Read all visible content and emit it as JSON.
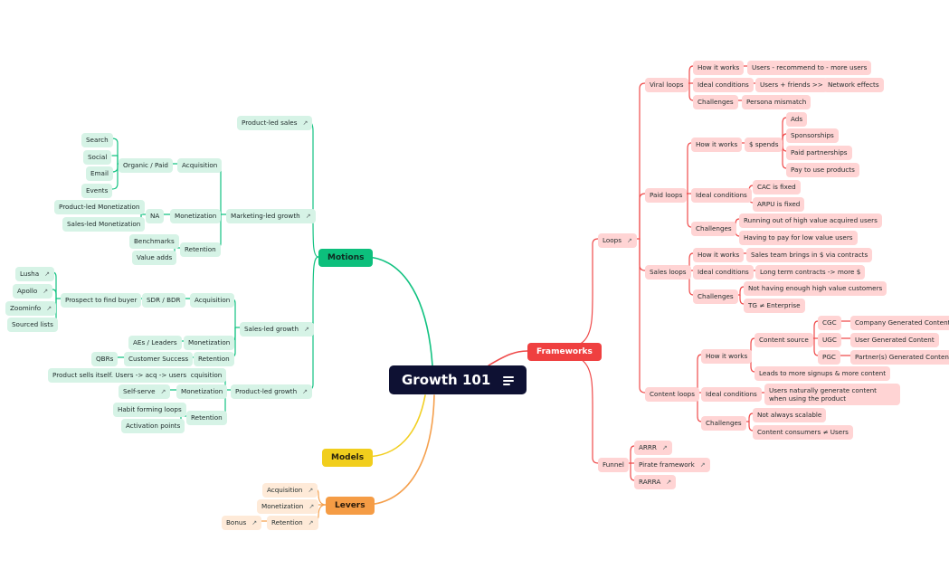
{
  "root": {
    "title": "Growth 101"
  },
  "branches": {
    "motions": "Motions",
    "frameworks": "Frameworks",
    "models": "Models",
    "levers": "Levers"
  },
  "motions": {
    "product_led_sales": "Product-led sales",
    "marketing_led_growth": "Marketing-led growth",
    "sales_led_growth": "Sales-led growth",
    "product_led_growth": "Product-led growth",
    "mlg": {
      "acquisition": "Acquisition",
      "organic_paid": "Organic / Paid",
      "search": "Search",
      "social": "Social",
      "email": "Email",
      "events": "Events",
      "monetization": "Monetization",
      "na": "NA",
      "pl_monetization": "Product-led Monetization",
      "sl_monetization": "Sales-led Monetization",
      "retention": "Retention",
      "benchmarks": "Benchmarks",
      "value_adds": "Value adds"
    },
    "slg": {
      "acquisition": "Acquisition",
      "sdr_bdr": "SDR / BDR",
      "prospect": "Prospect to find buyer",
      "lusha": "Lusha",
      "apollo": "Apollo",
      "zoominfo": "Zoominfo",
      "sourced_lists": "Sourced lists",
      "monetization": "Monetization",
      "aes_leaders": "AEs / Leaders",
      "retention": "Retention",
      "customer_success": "Customer Success",
      "qbrs": "QBRs"
    },
    "plg": {
      "acquisition": "Acquisition",
      "product_sells": "Product sells itself. Users -> acq -> users",
      "monetization": "Monetization",
      "self_serve": "Self-serve",
      "retention": "Retention",
      "habit_loops": "Habit forming loops",
      "activation": "Activation points"
    }
  },
  "frameworks": {
    "loops": "Loops",
    "funnel": "Funnel",
    "viral": {
      "label": "Viral loops",
      "how": "How it works",
      "how_detail": "Users - recommend to - more users",
      "ideal": "Ideal conditions",
      "ideal_detail": "Users + friends >>",
      "network": "Network effects",
      "challenges": "Challenges",
      "persona": "Persona mismatch"
    },
    "paid": {
      "label": "Paid loops",
      "how": "How it works",
      "spends": "$ spends",
      "ads": "Ads",
      "sponsorships": "Sponsorships",
      "partnerships": "Paid partnerships",
      "pay_products": "Pay to use products",
      "ideal": "Ideal conditions",
      "cac": "CAC is fixed",
      "arpu": "ARPU is fixed",
      "challenges": "Challenges",
      "running_out": "Running out of high value acquired users",
      "pay_low": "Having to pay for low value users"
    },
    "sales": {
      "label": "Sales loops",
      "how": "How it works",
      "how_detail": "Sales team brings in $ via contracts",
      "ideal": "Ideal conditions",
      "ideal_detail": "Long term contracts -> more $",
      "challenges": "Challenges",
      "not_enough": "Not having enough high value customers",
      "tg": "TG ≠ Enterprise"
    },
    "content": {
      "label": "Content loops",
      "how": "How it works",
      "source": "Content source",
      "cgc": "CGC",
      "cgc_full": "Company Generated Content",
      "ugc": "UGC",
      "ugc_full": "User Generated Content",
      "pgc": "PGC",
      "pgc_full": "Partner(s) Generated Content",
      "leads": "Leads to more signups & more content",
      "ideal": "Ideal conditions",
      "ideal_detail": "Users naturally generate content when using the product",
      "challenges": "Challenges",
      "scalable": "Not always scalable",
      "consumers": "Content consumers ≠ Users"
    },
    "funnel_items": {
      "arrr": "ARRR",
      "pirate": "Pirate framework",
      "rarra": "RARRA"
    }
  },
  "levers": {
    "acquisition": "Acquisition",
    "monetization": "Monetization",
    "retention": "Retention",
    "bonus": "Bonus"
  },
  "colors": {
    "green_line": "#12c281",
    "red_line": "#ef4a4a",
    "yellow_line": "#f2cf22",
    "orange_line": "#f5a04d"
  }
}
